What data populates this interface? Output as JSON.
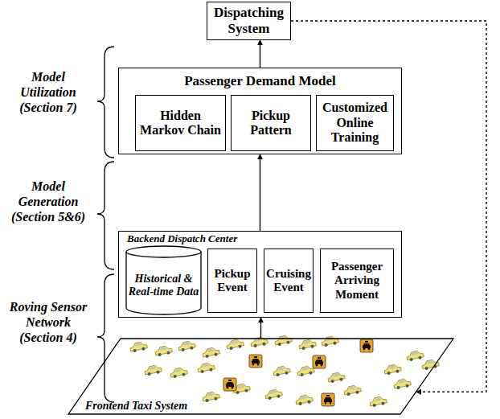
{
  "diagram": {
    "nodes": [
      {
        "text": [
          "Dispatching System"
        ]
      },
      {
        "text": [
          "Passenger Demand Model"
        ]
      },
      {
        "text": [
          "Hidden Markov Chain"
        ],
        "in": 1
      },
      {
        "text": [
          "Pickup Pattern"
        ],
        "in": 1
      },
      {
        "text": [
          "Customized Online Training"
        ],
        "in": 1
      },
      {
        "text": [
          "Backend Dispatch Center"
        ]
      },
      {
        "text": [
          "Historical & Real-time Data"
        ],
        "in": 5
      },
      {
        "text": [
          "Pickup Event"
        ],
        "in": 5
      },
      {
        "text": [
          "Cruising Event"
        ],
        "in": 5
      },
      {
        "text": [
          "Passenger Arriving Moment"
        ],
        "in": 5
      },
      {
        "text": [
          "Frontend Taxi System"
        ]
      }
    ],
    "edges": [
      {
        "from": 1,
        "to": 0,
        "arrow": "to"
      },
      {
        "from": 5,
        "to": 1,
        "arrow": "to"
      },
      {
        "from": 10,
        "to": 5,
        "arrow": "to"
      },
      {
        "from": 0,
        "to": 10,
        "arrow": "to"
      }
    ],
    "labels": [
      "Model Utilization (Section 7)",
      "Model Generation (Section 5&6)",
      "Roving Sensor Network (Section 4)"
    ]
  }
}
